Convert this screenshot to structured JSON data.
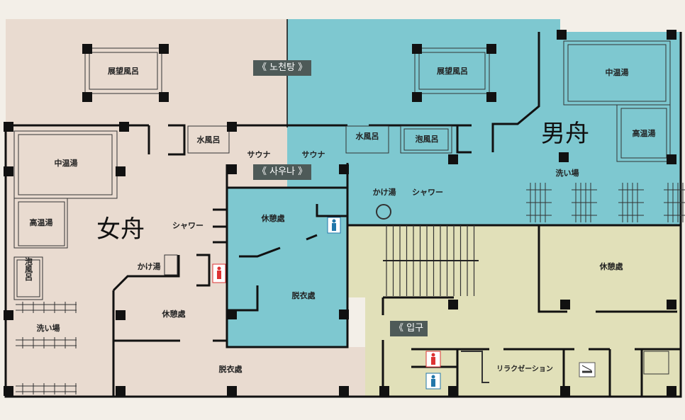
{
  "title": "Bathhouse floor plan",
  "colors": {
    "women": "#e9dbd0",
    "men": "#7ec8d0",
    "common": "#e1e0b9",
    "tag": "#4e5a58"
  },
  "tags": {
    "outdoor": "《 노천탕 》",
    "sauna": "《 사우나 》",
    "entrance": "《 입구"
  },
  "women": {
    "title": "女舟",
    "view_bath": "展望風呂",
    "cold_bath": "水風呂",
    "medium_bath": "中温湯",
    "hot_bath": "高温湯",
    "bubble_bath": "泡風呂",
    "wash": "洗い場",
    "shower": "シャワー",
    "kakeyu": "かけ湯",
    "sauna": "サウナ",
    "rest": "休憩處",
    "changing": "脱衣處"
  },
  "men": {
    "title": "男舟",
    "view_bath": "展望風呂",
    "cold_bath": "水風呂",
    "bubble_bath": "泡風呂",
    "medium_bath": "中温湯",
    "hot_bath": "高温湯",
    "wash": "洗い場",
    "kakeyu": "かけ湯",
    "shower": "シャワー",
    "sauna": "サウナ",
    "rest": "休憩處",
    "changing": "脱衣處"
  },
  "common": {
    "rest": "休憩處",
    "relaxation": "リラクゼーション"
  }
}
